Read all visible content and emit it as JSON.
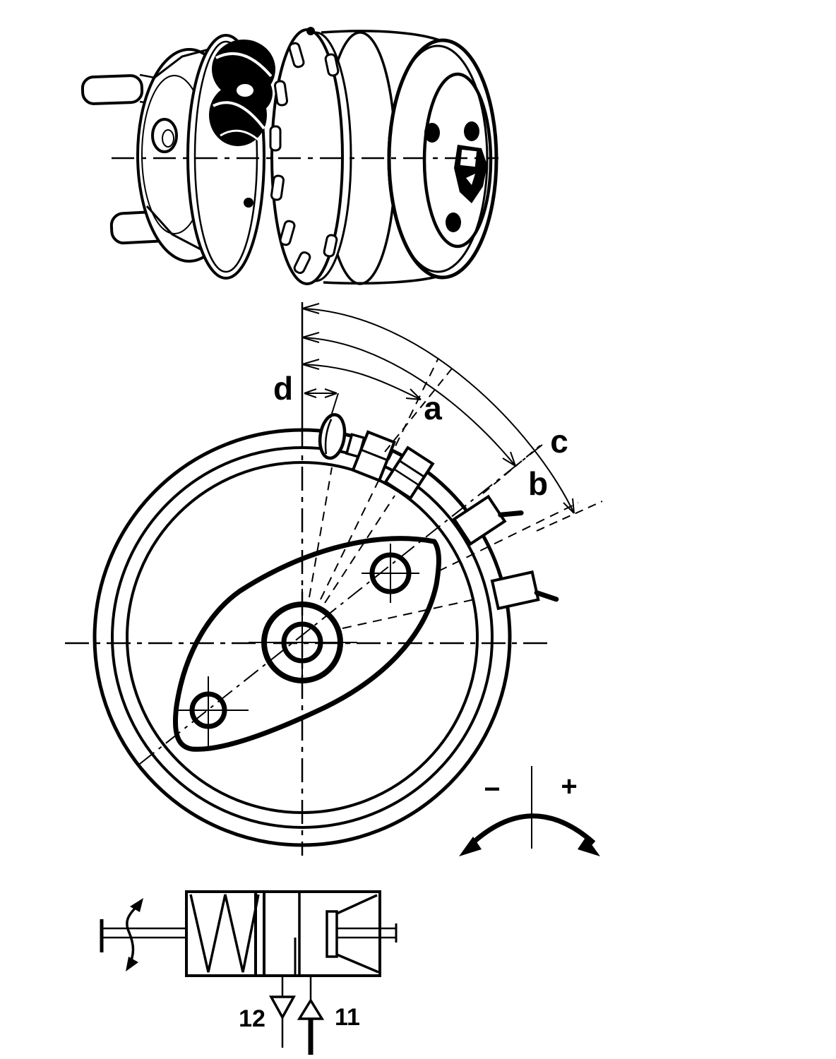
{
  "colors": {
    "ink": "#000000",
    "paper": "#ffffff"
  },
  "labels": {
    "dim_d": "d",
    "dim_a": "a",
    "dim_b": "b",
    "dim_c": "c",
    "rotation_minus": "−",
    "rotation_plus": "+",
    "valve_port_left": "12",
    "valve_port_right": "11"
  }
}
